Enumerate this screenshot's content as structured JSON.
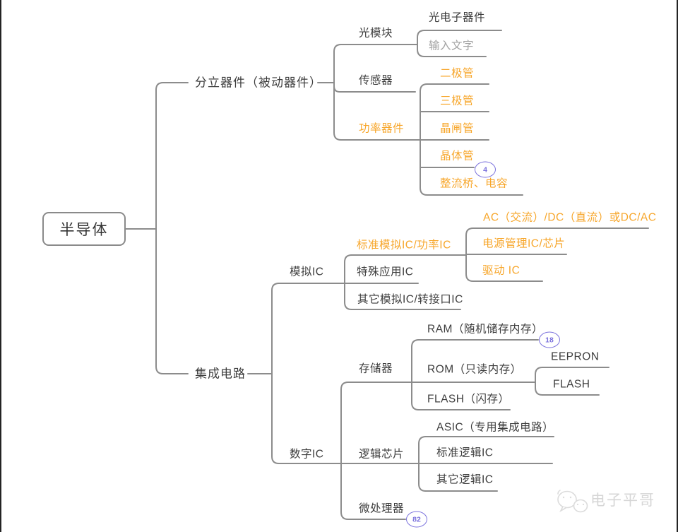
{
  "mindmap": {
    "root": {
      "label": "半导体",
      "children": [
        {
          "label": "分立器件（被动器件）",
          "children": [
            {
              "label": "光模块",
              "children": [
                {
                  "label": "光电子器件"
                },
                {
                  "label": "输入文字"
                }
              ]
            },
            {
              "label": "传感器"
            },
            {
              "label": "功率器件",
              "children": [
                {
                  "label": "二极管"
                },
                {
                  "label": "三极管"
                },
                {
                  "label": "晶闸管"
                },
                {
                  "label": "晶体管",
                  "badge": "4"
                },
                {
                  "label": "整流桥、电容"
                }
              ]
            }
          ]
        },
        {
          "label": "集成电路",
          "children": [
            {
              "label": "模拟IC",
              "children": [
                {
                  "label": "标准模拟IC/功率IC",
                  "children": [
                    {
                      "label": "AC（交流）/DC（直流）或DC/AC"
                    },
                    {
                      "label": "电源管理IC/芯片"
                    },
                    {
                      "label": "驱动 IC"
                    }
                  ]
                },
                {
                  "label": "特殊应用IC"
                },
                {
                  "label": "其它模拟IC/转接口IC"
                }
              ]
            },
            {
              "label": "数字IC",
              "children": [
                {
                  "label": "存储器",
                  "children": [
                    {
                      "label": "RAM（随机储存内存）",
                      "badge": "18"
                    },
                    {
                      "label": "ROM（只读内存）",
                      "children": [
                        {
                          "label": "EEPRON"
                        },
                        {
                          "label": "FLASH"
                        }
                      ]
                    },
                    {
                      "label": "FLASH（闪存）"
                    }
                  ]
                },
                {
                  "label": "逻辑芯片",
                  "children": [
                    {
                      "label": "ASIC（专用集成电路）"
                    },
                    {
                      "label": "标准逻辑IC"
                    },
                    {
                      "label": "其它逻辑IC"
                    }
                  ]
                },
                {
                  "label": "微处理器",
                  "badge": "82"
                }
              ]
            }
          ]
        }
      ]
    }
  },
  "watermark": {
    "label": "电子平哥"
  },
  "colors": {
    "accent_orange": "#f7a62a",
    "badge_purple": "#7b72dd",
    "line_gray": "#8c8c8c",
    "text_dark": "#3d3d3d",
    "text_muted": "#a2a2a2",
    "watermark_gray": "#d6d6d6"
  }
}
